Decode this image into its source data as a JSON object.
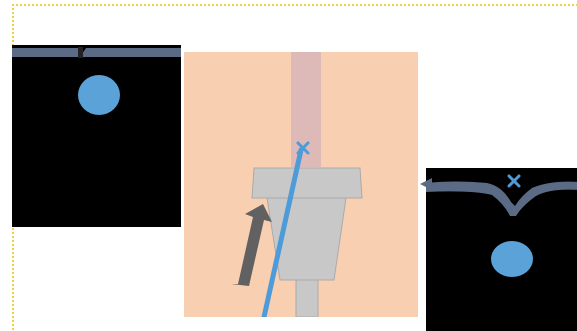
{
  "diagram": {
    "panels": [
      {
        "id": "panel-left",
        "label": ""
      },
      {
        "id": "panel-center",
        "label": ""
      },
      {
        "id": "panel-right",
        "label": ""
      }
    ],
    "colors": {
      "background": "#ffffff",
      "selection_border": "#f2d23c",
      "panel_dark": "#000000",
      "panel_skin": "#f9cfb2",
      "tube": "#ddb9b8",
      "membrane": "#5b6a85",
      "circle": "#5aa2d8",
      "instrument_body": "#c8c8c8",
      "arrow": "#616161",
      "needle": "#4d9bd8",
      "marker": "#4d9bd8"
    },
    "icons": {
      "target_marker": "x-marker-icon",
      "direction_arrow": "arrow-up-right-icon",
      "left_arrow": "arrow-left-icon"
    }
  }
}
